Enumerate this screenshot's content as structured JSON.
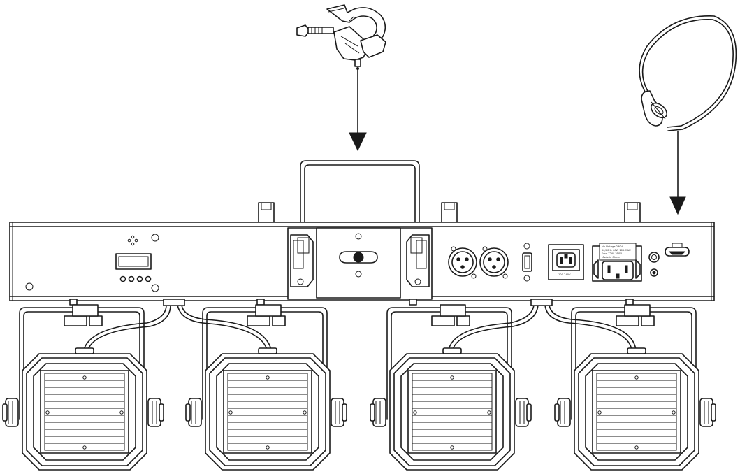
{
  "figure": {
    "background": "#ffffff",
    "line_color": "#1a1a1a",
    "label_lines": [
      "No Voltage 230V",
      "50/60Hz 60W 10A MAX",
      "Fuse T2AL 250V",
      "Made in China"
    ],
    "outlet_label": "100-240V"
  },
  "components": {
    "clamp": "mounting-clamp",
    "safety_cable": "safety-cable",
    "bar": "light-bar",
    "fixtures": [
      "par-fixture-1",
      "par-fixture-2",
      "par-fixture-3",
      "par-fixture-4"
    ]
  }
}
